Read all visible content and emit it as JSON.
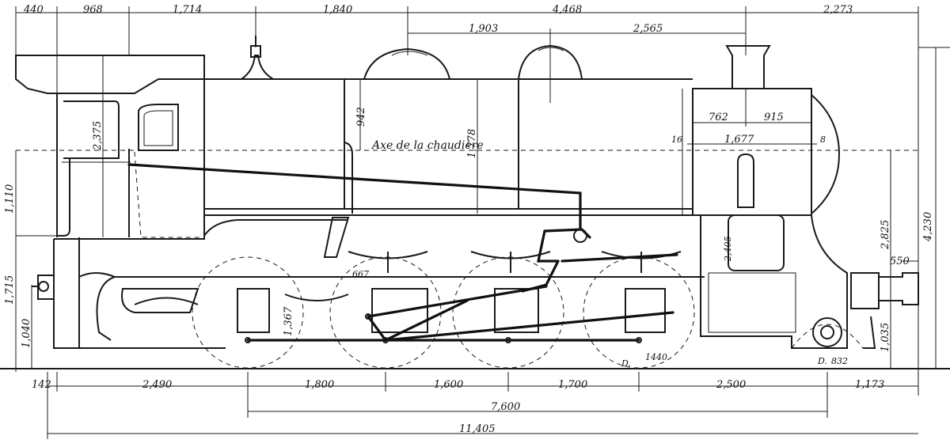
{
  "top_dims": {
    "d440": "440",
    "d968": "968",
    "d1714": "1,714",
    "d1840": "1,840",
    "d4468": "4,468",
    "d2273": "2,273",
    "d1903": "1,903",
    "d2565": "2,565"
  },
  "inner_dims": {
    "d942": "942",
    "d1778": "1,778",
    "d762": "762",
    "d915": "915",
    "d16": "16",
    "d1677": "1,677",
    "d8": "8",
    "d2375": "2,375",
    "d1110": "1,110",
    "d1715": "1,715",
    "d1040": "1,040",
    "d1367": "1,367",
    "d667": "667",
    "d2405": "2,405",
    "d2825": "2,825",
    "d550": "550",
    "d4230": "4,230",
    "d1035": "1,035",
    "d1440": "1440",
    "d832": "832",
    "lblD1": "D.",
    "lblD2": "D."
  },
  "axis_label": "Axe de la chaudière",
  "bottom_dims": {
    "d142": "142",
    "d2490": "2,490",
    "d1800": "1,800",
    "d1600": "1,600",
    "d1700": "1,700",
    "d2500": "2,500",
    "d1173": "1,173",
    "d7600": "7,600",
    "d11405": "11,405"
  }
}
